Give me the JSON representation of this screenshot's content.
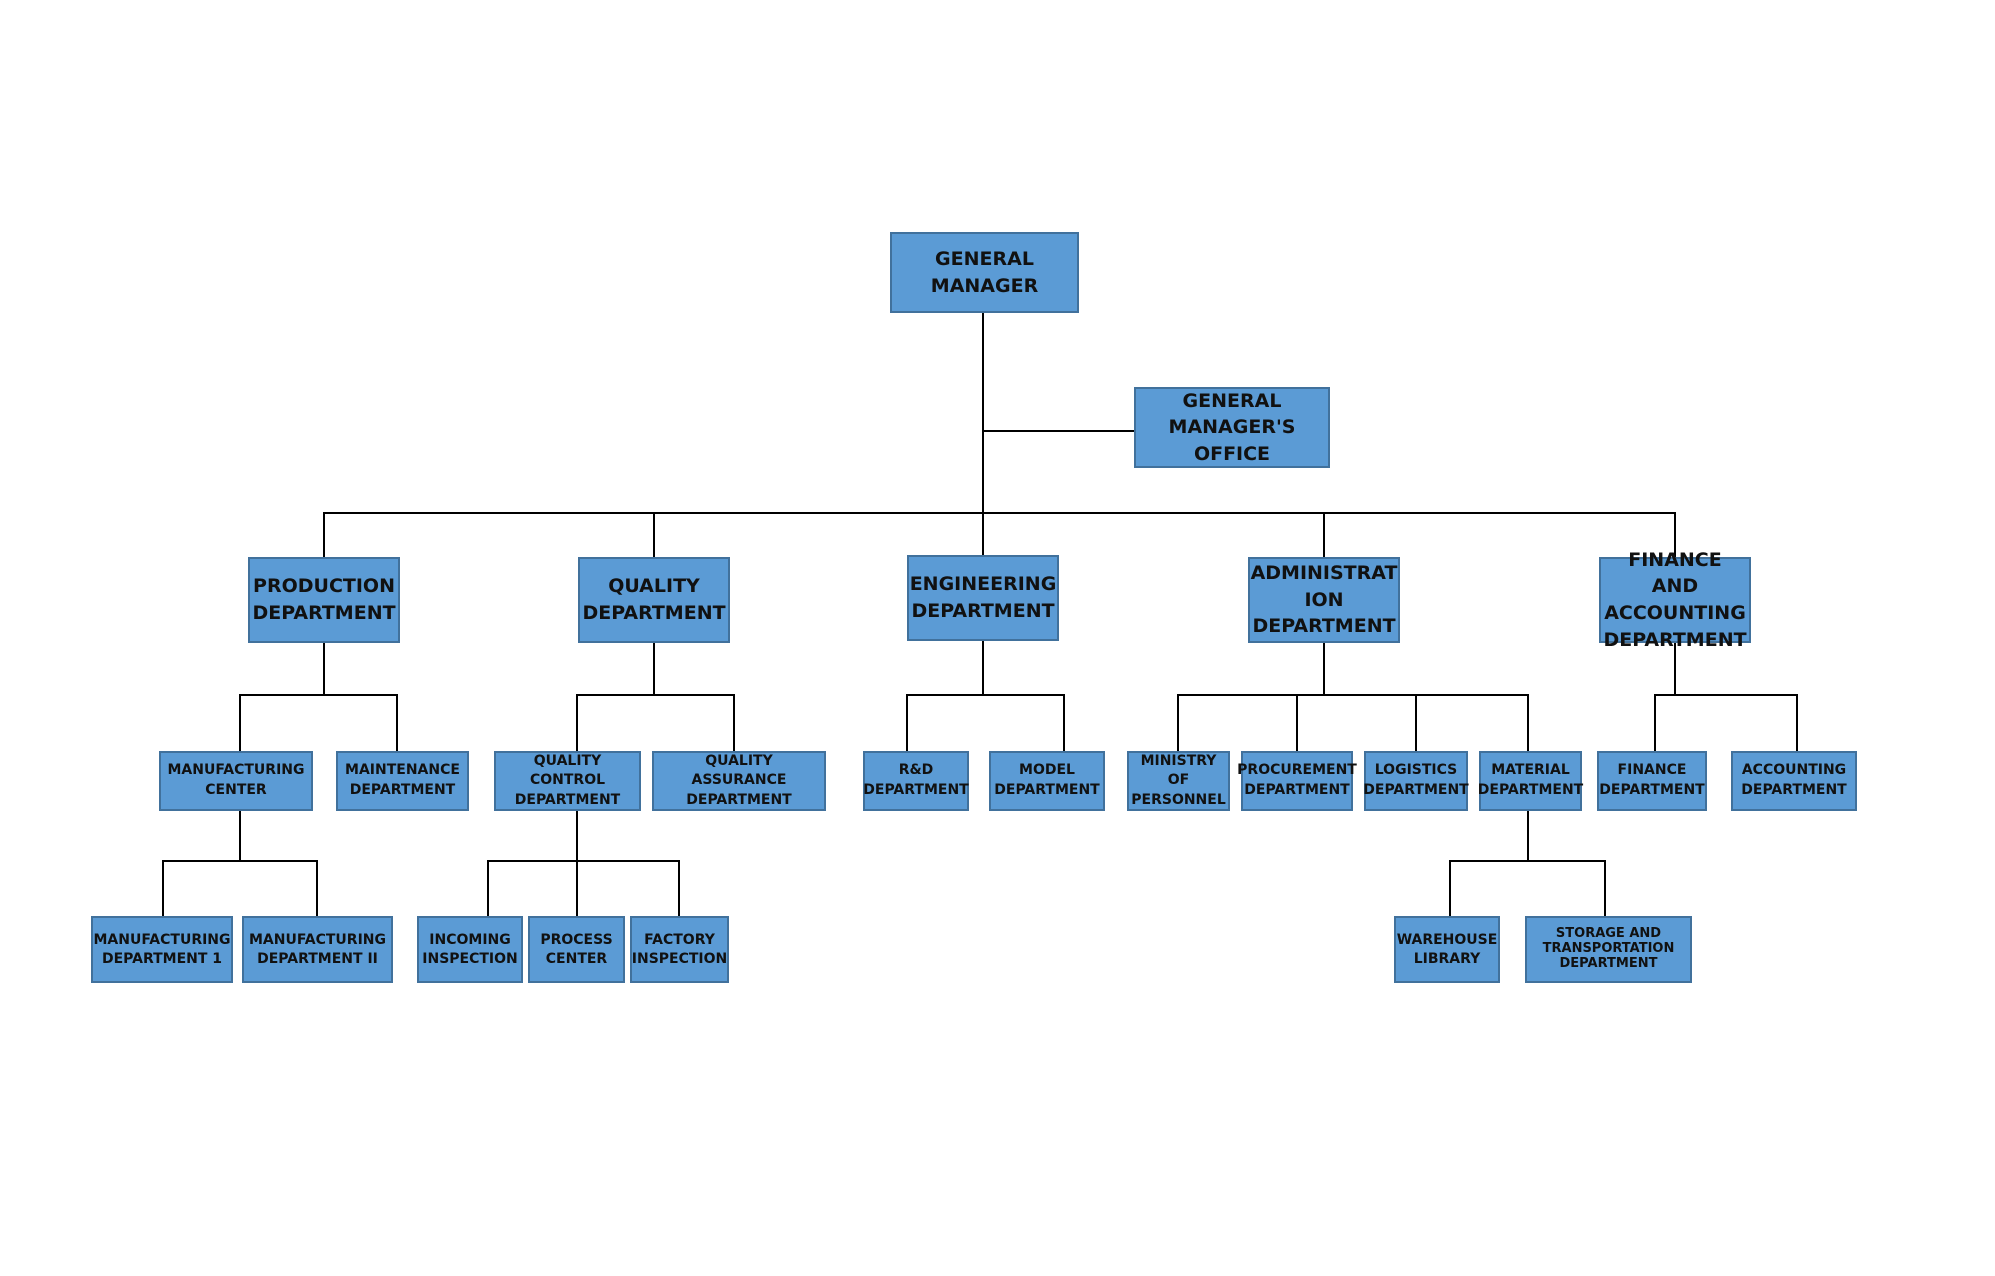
{
  "colors": {
    "box_fill": "#5b9bd5",
    "box_border": "#41719c",
    "line": "#000000",
    "text": "#111111",
    "background": "#ffffff"
  },
  "org_chart": {
    "general_manager": "GENERAL\nMANAGER",
    "general_managers_office": "GENERAL\nMANAGER'S OFFICE",
    "production_department": "PRODUCTION\nDEPARTMENT",
    "quality_department": "QUALITY\nDEPARTMENT",
    "engineering_department": "ENGINEERING\nDEPARTMENT",
    "administration_department": "ADMINISTRAT\nION\nDEPARTMENT",
    "finance_accounting_department": "FINANCE AND\nACCOUNTING\nDEPARTMENT",
    "manufacturing_center": "MANUFACTURING\nCENTER",
    "maintenance_department": "MAINTENANCE\nDEPARTMENT",
    "quality_control_department": "QUALITY CONTROL\nDEPARTMENT",
    "quality_assurance_department": "QUALITY  ASSURANCE\nDEPARTMENT",
    "rd_department": "R&D\nDEPARTMENT",
    "model_department": "MODEL\nDEPARTMENT",
    "ministry_of_personnel": "MINISTRY  OF\nPERSONNEL",
    "procurement_department": "PROCUREMENT\nDEPARTMENT",
    "logistics_department": "LOGISTICS\nDEPARTMENT",
    "material_department": "MATERIAL\nDEPARTMENT",
    "finance_department": "FINANCE\nDEPARTMENT",
    "accounting_department": "ACCOUNTING\nDEPARTMENT",
    "manufacturing_department_1": "MANUFACTURING\nDEPARTMENT 1",
    "manufacturing_department_2": "MANUFACTURING\nDEPARTMENT  II",
    "incoming_inspection": "INCOMING\nINSPECTION",
    "process_center": "PROCESS\nCENTER",
    "factory_inspection": "FACTORY\nINSPECTION",
    "warehouse_library": "WAREHOUSE\nLIBRARY",
    "storage_transportation_department": "STORAGE  AND\nTRANSPORTATION\nDEPARTMENT"
  }
}
